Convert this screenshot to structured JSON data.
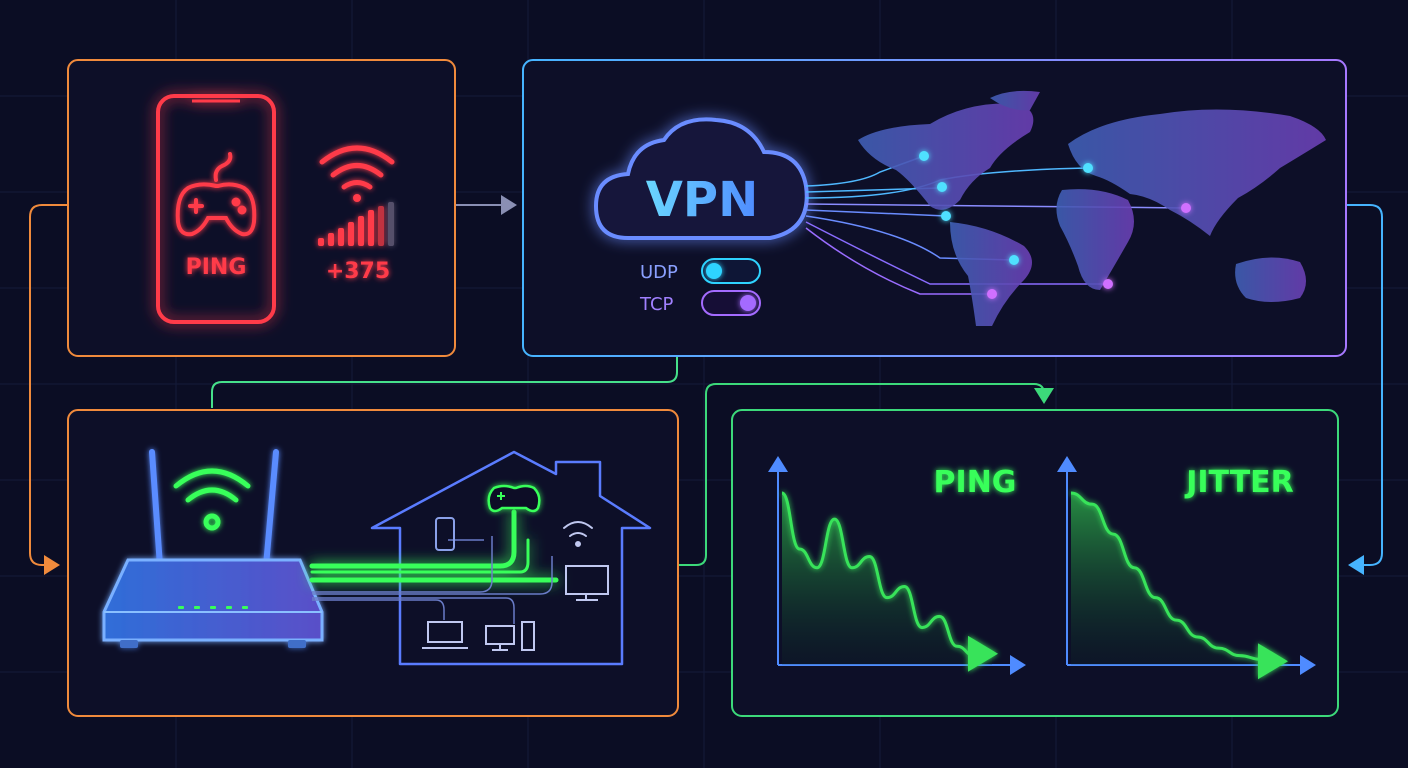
{
  "colors": {
    "background": "#0b0d24",
    "panel_orange": "#f08a3c",
    "panel_blue": "#46b4ff",
    "panel_purple": "#a678ff",
    "panel_green": "#3cd97a",
    "phone_red": "#ff3b4a",
    "wifi_green": "#39ff5a",
    "chart_green": "#37e35a"
  },
  "phone_panel": {
    "ping_label": "PING",
    "ping_value": "+375",
    "icons": [
      "phone-icon",
      "gamepad-icon",
      "wifi-icon",
      "signal-bars-icon"
    ]
  },
  "vpn_panel": {
    "cloud_label": "VPN",
    "toggles": [
      {
        "label": "UDP",
        "state": "on",
        "color": "#2fd3ff"
      },
      {
        "label": "TCP",
        "state": "on",
        "color": "#a46bff"
      }
    ],
    "icons": [
      "cloud-icon",
      "world-map-icon"
    ]
  },
  "home_panel": {
    "icons": [
      "router-icon",
      "wifi-icon",
      "house-icon",
      "gamepad-icon",
      "phone-icon",
      "monitor-icon",
      "laptop-icon",
      "desktop-icon"
    ]
  },
  "charts_panel": {
    "ping_title": "PING",
    "jitter_title": "JITTER"
  },
  "chart_data": [
    {
      "type": "area",
      "title": "PING",
      "xlabel": "",
      "ylabel": "",
      "x": [
        0,
        1,
        2,
        3,
        4,
        5,
        6,
        7,
        8,
        9,
        10,
        11,
        12
      ],
      "series": [
        {
          "values": [
            0.92,
            0.62,
            0.52,
            0.78,
            0.52,
            0.58,
            0.36,
            0.42,
            0.2,
            0.26,
            0.1,
            0.05,
            0.06
          ]
        }
      ],
      "grid": false
    },
    {
      "type": "area",
      "title": "JITTER",
      "xlabel": "",
      "ylabel": "",
      "x": [
        0,
        1,
        2,
        3,
        4,
        5,
        6,
        7,
        8,
        9,
        10
      ],
      "series": [
        {
          "values": [
            0.92,
            0.86,
            0.7,
            0.52,
            0.36,
            0.24,
            0.15,
            0.09,
            0.05,
            0.03,
            0.02
          ]
        }
      ],
      "grid": false
    }
  ]
}
